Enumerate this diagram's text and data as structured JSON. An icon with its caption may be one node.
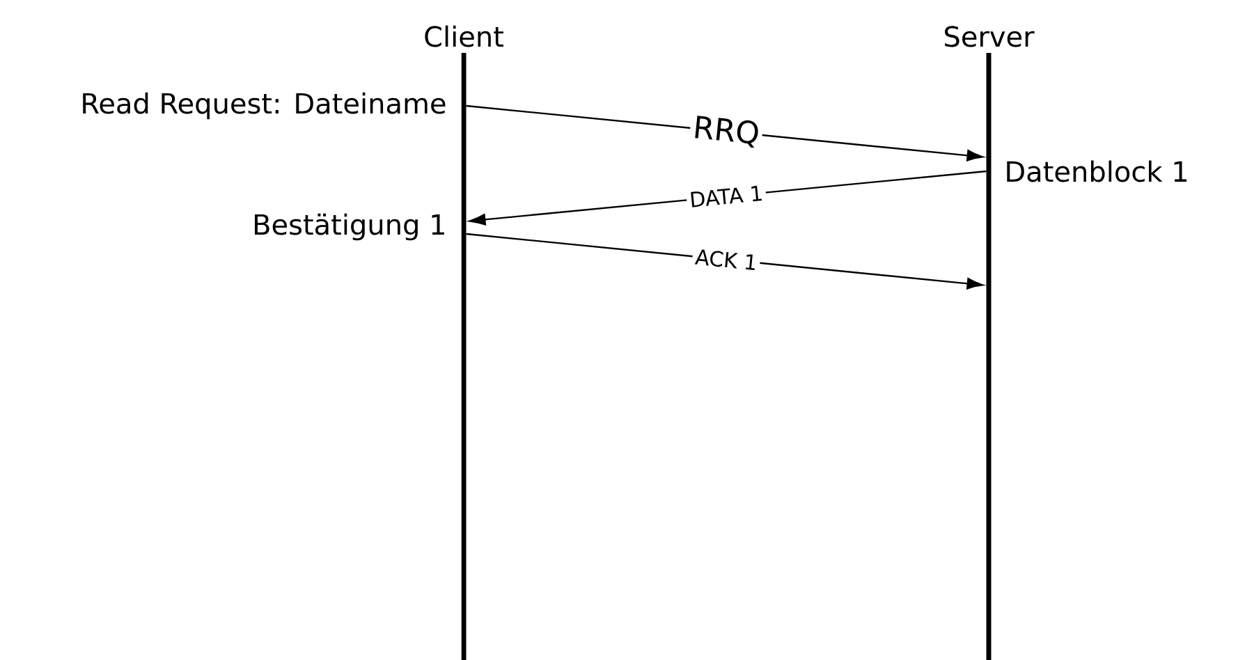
{
  "diagram": {
    "nodes": [
      {
        "text": [
          "Client"
        ]
      },
      {
        "text": [
          "Server"
        ]
      }
    ],
    "edges": [
      {
        "from": 0,
        "to": 1,
        "arrow": "to",
        "label": "RRQ"
      },
      {
        "from": 1,
        "to": 0,
        "arrow": "to",
        "label": "DATA 1"
      },
      {
        "from": 0,
        "to": 1,
        "arrow": "to",
        "label": "ACK 1"
      }
    ],
    "labels": [
      "Read Request: Dateiname",
      "Datenblock 1",
      "Bestätigung 1"
    ]
  }
}
